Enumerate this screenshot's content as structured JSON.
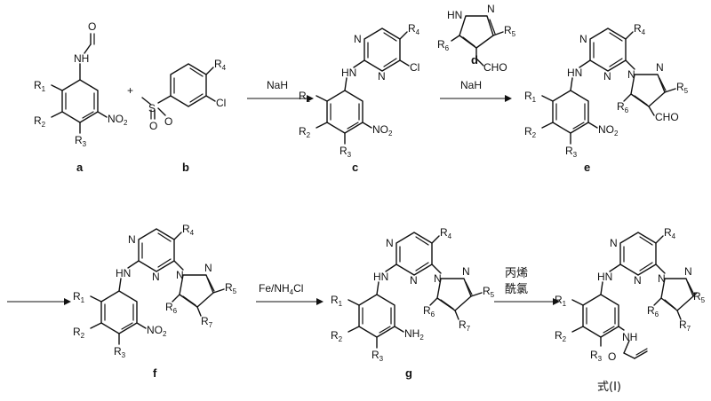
{
  "compounds": {
    "a": "a",
    "b": "b",
    "c": "c",
    "d": "d",
    "e": "e",
    "f": "f",
    "g": "g"
  },
  "formula_label": "式(I)",
  "reagents": {
    "step1": "NaH",
    "step2": "NaH",
    "step3": "Fe/NH4Cl",
    "step4_line1": "丙烯",
    "step4_line2": "酰氯"
  },
  "atoms": {
    "N": "N",
    "HN": "HN",
    "NH": "NH",
    "H": "H",
    "O": "O",
    "S": "S",
    "Cl": "Cl",
    "CHO": "CHO",
    "Fe_NH4Cl": "Fe/NH4Cl",
    "NH2": "NH2",
    "NO2": "NO2",
    "R1": "R1",
    "R2": "R2",
    "R3": "R3",
    "R4": "R4",
    "R5": "R5",
    "R6": "R6",
    "R7": "R7"
  }
}
